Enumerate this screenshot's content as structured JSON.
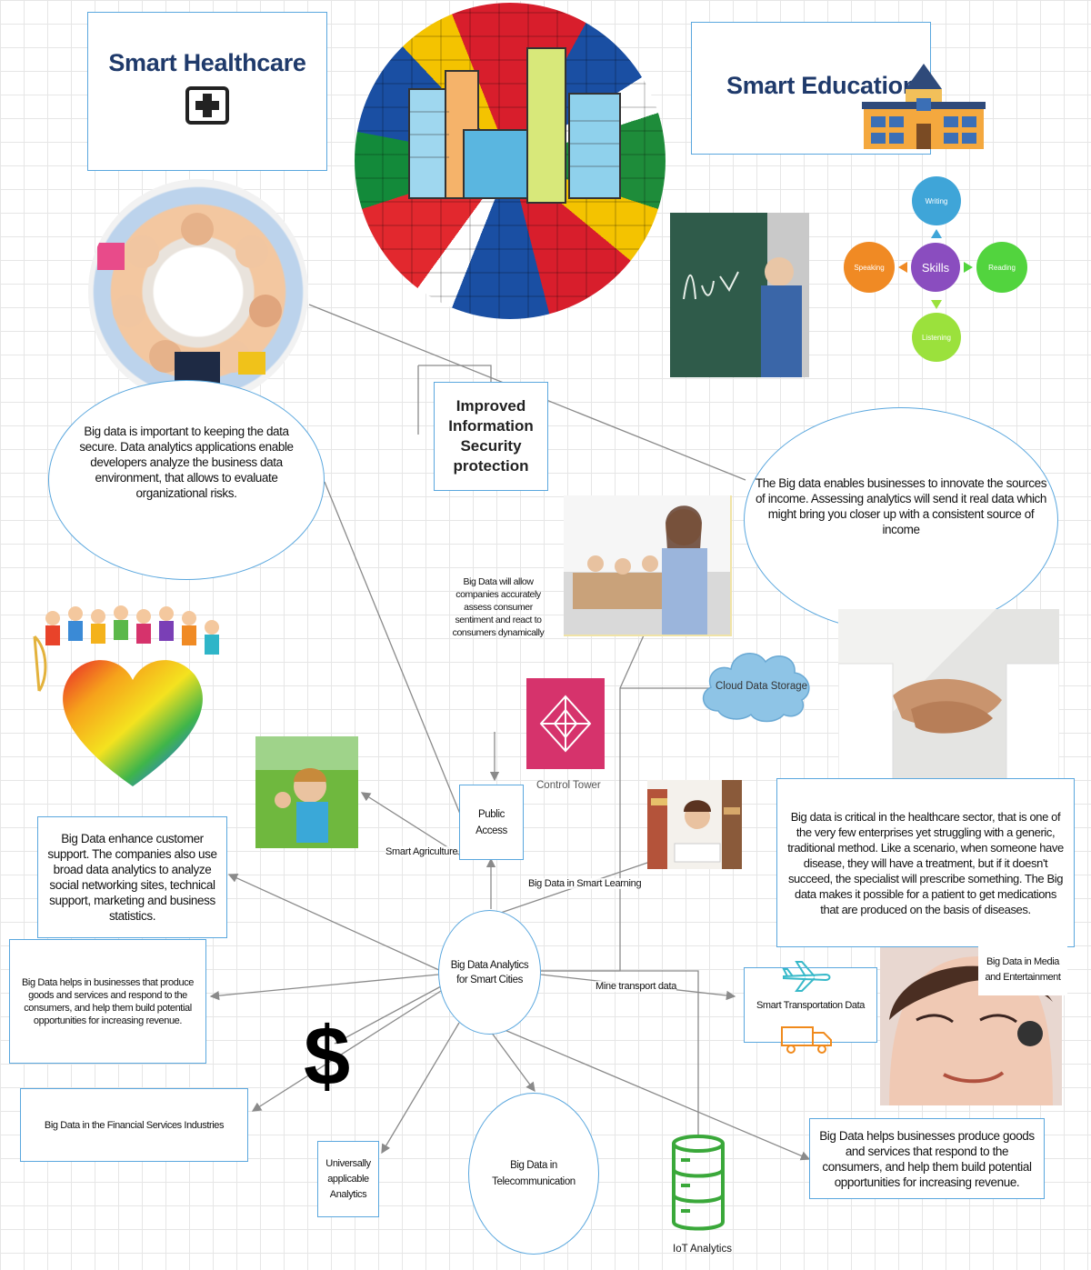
{
  "titles": {
    "smart_healthcare": "Smart Healthcare",
    "smart_education": "Smart Education"
  },
  "skills": {
    "center": "Skills",
    "writing": "Writing",
    "reading": "Reading",
    "listening": "Listening",
    "speaking": "Speaking"
  },
  "security_box": "Improved Information Security protection",
  "center_node": "Big Data Analytics for Smart Cities",
  "texts": {
    "secure": "Big data is important to keeping the data secure. Data analytics applications enable developers analyze the business data environment, that allows to evaluate organizational risks.",
    "income": "The Big data enables businesses to innovate the sources of income. Assessing analytics will send it real data which might bring you closer up with a consistent source of income",
    "sentiment": "Big Data will allow companies accurately assess consumer sentiment and react to consumers dynamically",
    "healthcare": "Big data is critical in the healthcare sector, that is one of the very few enterprises yet struggling with a generic, traditional method. Like a scenario, when someone have disease, they will have a treatment, but if it doesn't succeed, the specialist will prescribe something. The Big data makes it possible for a patient to get medications that are produced on the basis of diseases.",
    "customer": "Big Data enhance customer support. The companies also use broad data analytics to analyze social networking sites, technical support, marketing and business statistics.",
    "produce_left": "Big Data helps in businesses that produce goods and services and  respond to the consumers, and help them build potential opportunities for increasing revenue.",
    "produce_right": "Big Data helps  businesses produce goods and services that respond to the consumers, and help them build potential opportunities for increasing revenue.",
    "financial": "Big Data in the Financial Services Industries",
    "universal": "Universally applicable Analytics",
    "telecom": "Big Data in Telecommunication",
    "public_access": "Public Access",
    "transport": "Smart Transportation Data",
    "media": "Big Data in Media and Entertainment"
  },
  "labels": {
    "control_tower": "Control Tower",
    "cloud": "Cloud Data Storage",
    "smart_agriculture": "Smart Agriculture",
    "smart_learning": "Big Data in Smart Learning",
    "mine_transport": "Mine transport data",
    "iot": "IoT Analytics"
  },
  "icons": {
    "medical": "medical-cross-icon",
    "school": "school-building-icon",
    "dollar": "dollar-sign-icon",
    "database": "database-icon",
    "plane": "airplane-icon",
    "truck": "truck-icon",
    "tower": "control-tower-icon",
    "cloud": "cloud-icon"
  },
  "colors": {
    "box_border": "#5aa7de",
    "title": "#1f3a6b",
    "connector": "#8a8a8a",
    "control_tower": "#d6336c",
    "database": "#3aa83a",
    "transport": "#f08a1c"
  }
}
